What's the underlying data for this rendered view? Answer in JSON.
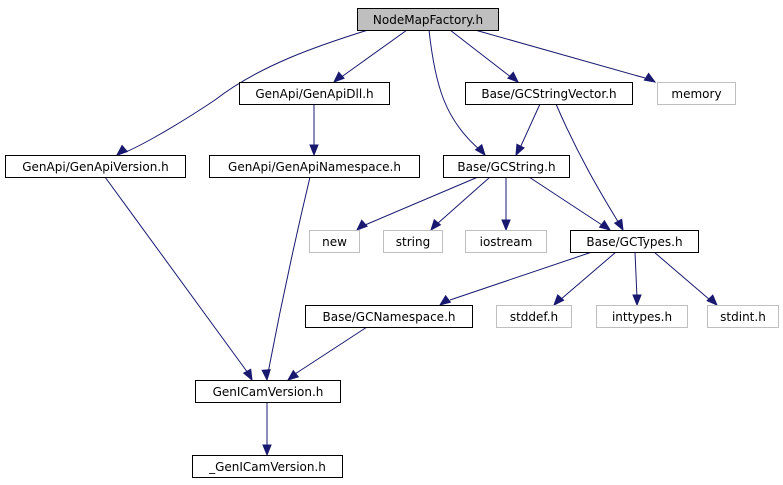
{
  "title": "NodeMapFactory.h include dependency graph",
  "colors": {
    "edge": "#191970",
    "root_fill": "#bfbfbf",
    "local_border": "#000000",
    "external_border": "#bfbfbf"
  },
  "nodes": [
    {
      "id": "root",
      "label": "NodeMapFactory.h",
      "kind": "root"
    },
    {
      "id": "genapiversion",
      "label": "GenApi/GenApiVersion.h",
      "kind": "local"
    },
    {
      "id": "genapidll",
      "label": "GenApi/GenApiDll.h",
      "kind": "local"
    },
    {
      "id": "gcstring",
      "label": "Base/GCString.h",
      "kind": "local"
    },
    {
      "id": "gcstringvector",
      "label": "Base/GCStringVector.h",
      "kind": "local"
    },
    {
      "id": "memory",
      "label": "memory",
      "kind": "external"
    },
    {
      "id": "genapinamespace",
      "label": "GenApi/GenApiNamespace.h",
      "kind": "local"
    },
    {
      "id": "new",
      "label": "new",
      "kind": "external"
    },
    {
      "id": "string",
      "label": "string",
      "kind": "external"
    },
    {
      "id": "iostream",
      "label": "iostream",
      "kind": "external"
    },
    {
      "id": "gctypes",
      "label": "Base/GCTypes.h",
      "kind": "local"
    },
    {
      "id": "gcnamespace",
      "label": "Base/GCNamespace.h",
      "kind": "local"
    },
    {
      "id": "stddef",
      "label": "stddef.h",
      "kind": "external"
    },
    {
      "id": "inttypes",
      "label": "inttypes.h",
      "kind": "external"
    },
    {
      "id": "stdint",
      "label": "stdint.h",
      "kind": "external"
    },
    {
      "id": "genicamversion",
      "label": "GenICamVersion.h",
      "kind": "local"
    },
    {
      "id": "_genicamversion",
      "label": "_GenICamVersion.h",
      "kind": "local"
    }
  ],
  "edges": [
    {
      "from": "root",
      "to": "genapiversion"
    },
    {
      "from": "root",
      "to": "genapidll"
    },
    {
      "from": "root",
      "to": "gcstring"
    },
    {
      "from": "root",
      "to": "gcstringvector"
    },
    {
      "from": "root",
      "to": "memory"
    },
    {
      "from": "genapidll",
      "to": "genapinamespace"
    },
    {
      "from": "gcstringvector",
      "to": "gcstring"
    },
    {
      "from": "gcstringvector",
      "to": "gctypes"
    },
    {
      "from": "gcstring",
      "to": "new"
    },
    {
      "from": "gcstring",
      "to": "string"
    },
    {
      "from": "gcstring",
      "to": "iostream"
    },
    {
      "from": "gcstring",
      "to": "gctypes"
    },
    {
      "from": "gctypes",
      "to": "gcnamespace"
    },
    {
      "from": "gctypes",
      "to": "stddef"
    },
    {
      "from": "gctypes",
      "to": "inttypes"
    },
    {
      "from": "gctypes",
      "to": "stdint"
    },
    {
      "from": "genapiversion",
      "to": "genicamversion"
    },
    {
      "from": "genapinamespace",
      "to": "genicamversion"
    },
    {
      "from": "gcnamespace",
      "to": "genicamversion"
    },
    {
      "from": "genicamversion",
      "to": "_genicamversion"
    }
  ]
}
